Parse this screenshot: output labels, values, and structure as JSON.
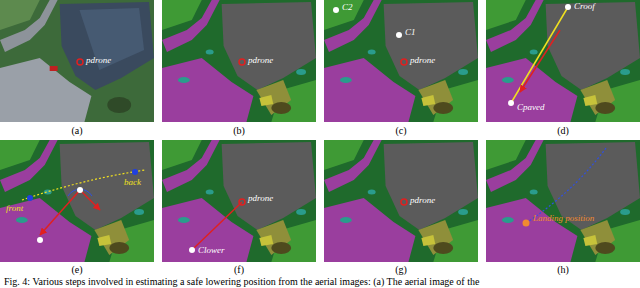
{
  "diagram": {
    "caption": "Fig. 4: Various steps involved in estimating a safe lowering position from the aerial images: (a) The aerial image of the",
    "labels": [
      "(a)",
      "(b)",
      "(c)",
      "(d)",
      "(e)",
      "(f)",
      "(g)",
      "(h)",
      "pdrone",
      "pdrone",
      "C2",
      "C1",
      "pdrone",
      "Croof",
      "Cpaved",
      "front",
      "back",
      "pdrone",
      "Clower",
      "pdrone",
      "Landing position"
    ]
  }
}
